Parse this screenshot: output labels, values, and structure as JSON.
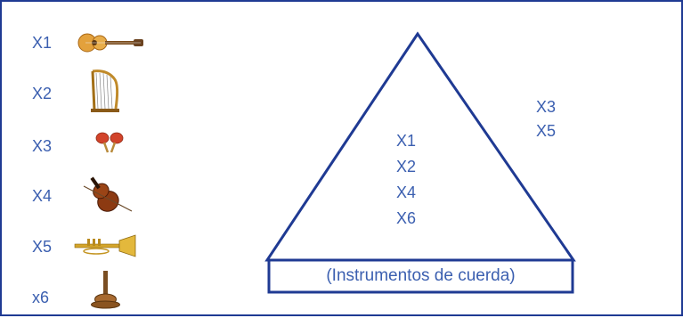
{
  "legend": {
    "items": [
      {
        "label": "X1",
        "icon": "guitar-icon"
      },
      {
        "label": "X2",
        "icon": "harp-icon"
      },
      {
        "label": "X3",
        "icon": "maracas-icon"
      },
      {
        "label": "X4",
        "icon": "cello-icon"
      },
      {
        "label": "X5",
        "icon": "trumpet-icon"
      },
      {
        "label": "x6",
        "icon": "banjo-icon"
      }
    ]
  },
  "triangle": {
    "caption": "(Instrumentos de cuerda)",
    "inside": [
      "X1",
      "X2",
      "X4",
      "X6"
    ],
    "outside": [
      "X3",
      "X5"
    ]
  },
  "colors": {
    "text": "#3b5fb0",
    "lines": "#1f3a93"
  }
}
